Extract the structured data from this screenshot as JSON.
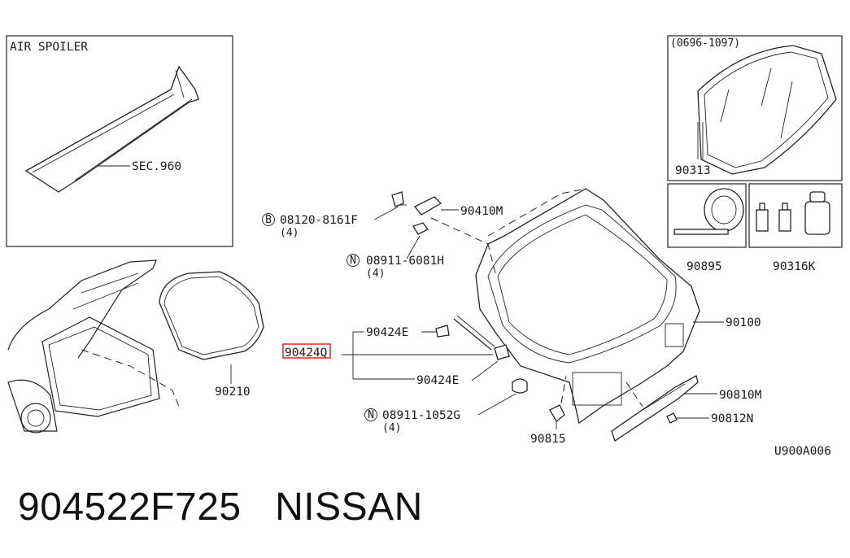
{
  "air_spoiler": {
    "title": "AIR SPOILER",
    "ref": "SEC.960"
  },
  "glass_inset": {
    "date_range": "(0696-1097)",
    "part": "90313"
  },
  "sealant_part": "90895",
  "primer_part": "90316K",
  "bolt": {
    "symbol": "B",
    "part": "08120-8161F",
    "qty": "(4)"
  },
  "hinge": "90410M",
  "nut1": {
    "symbol": "N",
    "part": "08911-6081H",
    "qty": "(4)"
  },
  "stay_end_upper": "90424E",
  "stay": "90424Q",
  "stay_end_lower": "90424E",
  "nut2": {
    "symbol": "N",
    "part": "08911-1052G",
    "qty": "(4)"
  },
  "weatherstrip": "90210",
  "back_door": "90100",
  "finisher": "90810M",
  "clip": "90812N",
  "bumper": "90815",
  "drawing_code": "U900A006",
  "footer": {
    "part_number": "904522F725",
    "brand": "NISSAN"
  },
  "highlight_color": "#e8322b"
}
